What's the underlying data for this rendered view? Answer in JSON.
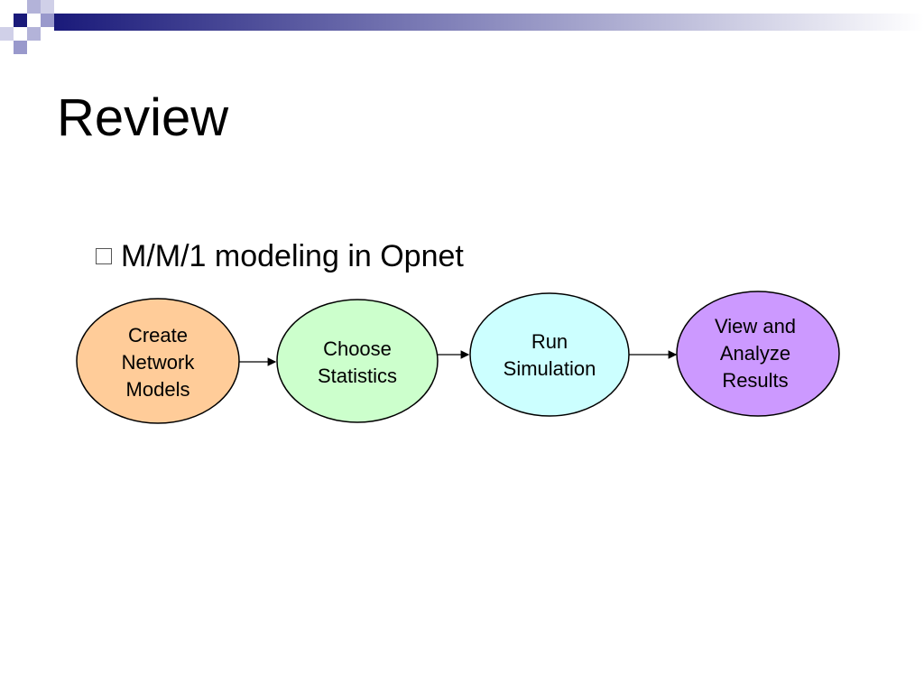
{
  "slide": {
    "title": "Review",
    "bullet": "M/M/1 modeling in Opnet"
  },
  "flow": {
    "steps": [
      {
        "label": "Create\nNetwork\nModels",
        "fill": "#ffcc99"
      },
      {
        "label": "Choose\nStatistics",
        "fill": "#ccffcc"
      },
      {
        "label": "Run\nSimulation",
        "fill": "#ccffff"
      },
      {
        "label": "View and\nAnalyze\nResults",
        "fill": "#cc99ff"
      }
    ]
  },
  "colors": {
    "deco_dark": "#1a1a7a",
    "deco_light": "#9999cc",
    "outline": "#000000"
  }
}
